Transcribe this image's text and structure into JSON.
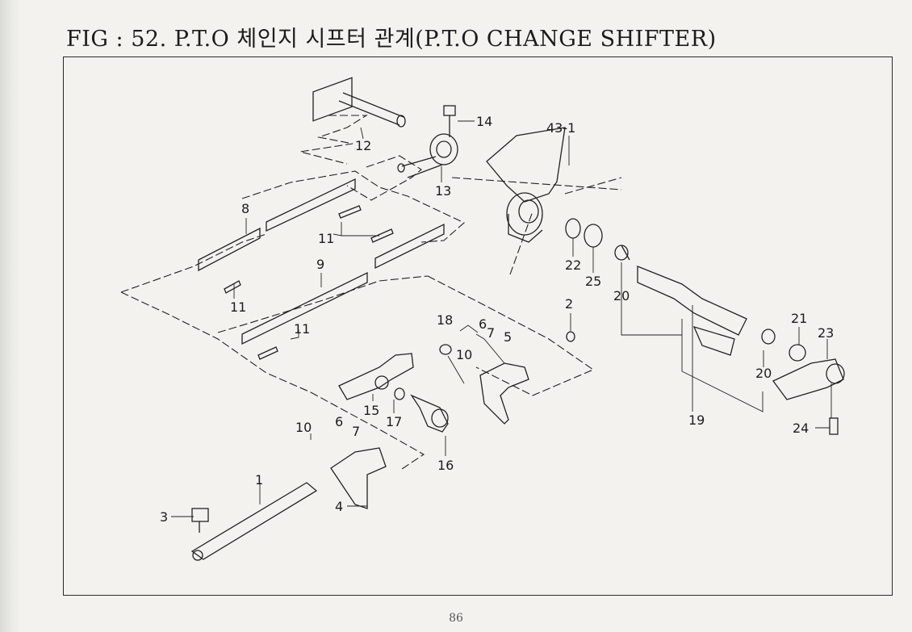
{
  "title": "FIG : 52. P.T.O 체인지 시프터 관계(P.T.O CHANGE SHIFTER)",
  "page_number": "86",
  "callouts": [
    {
      "id": "c-14",
      "label": "14"
    },
    {
      "id": "c-43-1",
      "label": "43-1"
    },
    {
      "id": "c-12",
      "label": "12"
    },
    {
      "id": "c-13",
      "label": "13"
    },
    {
      "id": "c-8",
      "label": "8"
    },
    {
      "id": "c-11a",
      "label": "11"
    },
    {
      "id": "c-9",
      "label": "9"
    },
    {
      "id": "c-11b",
      "label": "11"
    },
    {
      "id": "c-11c",
      "label": "11"
    },
    {
      "id": "c-22",
      "label": "22"
    },
    {
      "id": "c-25",
      "label": "25"
    },
    {
      "id": "c-20a",
      "label": "20"
    },
    {
      "id": "c-2",
      "label": "2"
    },
    {
      "id": "c-18",
      "label": "18"
    },
    {
      "id": "c-6a",
      "label": "6"
    },
    {
      "id": "c-7a",
      "label": "7"
    },
    {
      "id": "c-5",
      "label": "5"
    },
    {
      "id": "c-10a",
      "label": "10"
    },
    {
      "id": "c-21",
      "label": "21"
    },
    {
      "id": "c-23",
      "label": "23"
    },
    {
      "id": "c-20b",
      "label": "20"
    },
    {
      "id": "c-15",
      "label": "15"
    },
    {
      "id": "c-17",
      "label": "17"
    },
    {
      "id": "c-10b",
      "label": "10"
    },
    {
      "id": "c-6b",
      "label": "6"
    },
    {
      "id": "c-7b",
      "label": "7"
    },
    {
      "id": "c-16",
      "label": "16"
    },
    {
      "id": "c-19",
      "label": "19"
    },
    {
      "id": "c-24",
      "label": "24"
    },
    {
      "id": "c-1",
      "label": "1"
    },
    {
      "id": "c-3",
      "label": "3"
    },
    {
      "id": "c-4",
      "label": "4"
    }
  ]
}
